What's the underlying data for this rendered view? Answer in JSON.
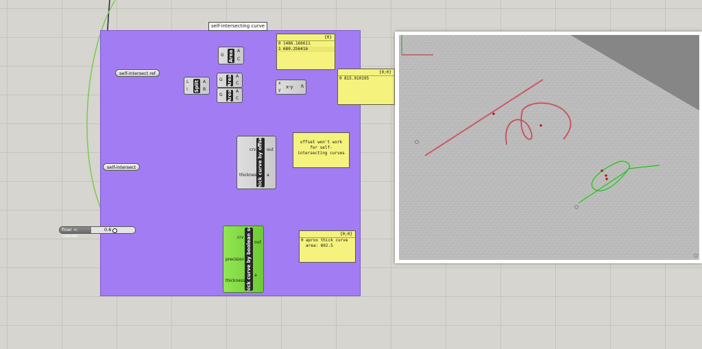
{
  "group": {
    "label": "self-intersecting curve"
  },
  "params": {
    "ref": "self-intersect ref",
    "curve": "self-intersect",
    "slider_label": "finer <- coarser",
    "slider_value": "0.6"
  },
  "components": {
    "area1": {
      "name": "Area",
      "in": "G",
      "out_a": "A",
      "out_c": "C"
    },
    "split": {
      "name": "Split",
      "in_l": "L",
      "in_i": "I",
      "out_a": "A",
      "out_b": "B"
    },
    "area2": {
      "name": "Area",
      "in": "G",
      "out_a": "A",
      "out_c": "C"
    },
    "area3": {
      "name": "Area",
      "in": "G",
      "out_a": "A",
      "out_c": "C"
    },
    "subtract": {
      "name": "x-y",
      "in_x": "x",
      "in_y": "y",
      "out": "R"
    },
    "offset": {
      "name": "thick curve by offset",
      "in_crv": "crv",
      "in_thickness": "thickness",
      "out_out": "out",
      "out_a": "a"
    },
    "boolean": {
      "name": "thick curve by boolean sel",
      "in_crv": "crv",
      "in_precision": "precision",
      "in_thickness": "thickness",
      "out_out": "out",
      "out_a": "a"
    }
  },
  "panels": {
    "areas": {
      "header": "{0}",
      "rows": [
        {
          "idx": "0",
          "val": "1486.166611"
        },
        {
          "idx": "1",
          "val": "680.256416"
        }
      ]
    },
    "diff": {
      "header": "{0;0}",
      "rows": [
        {
          "idx": "0",
          "val": "815.910195"
        }
      ]
    },
    "note": {
      "text": "offset won't work for self-intersecting curves"
    },
    "approx": {
      "header": "{0;0}",
      "rows": [
        {
          "idx": "0",
          "val": "aprox thick curve area: 802.5"
        }
      ]
    }
  },
  "viewport": {
    "grid_color": "#9a9a9a",
    "red_curve_color": "#d23a4a",
    "green_curve_color": "#3db83a"
  }
}
